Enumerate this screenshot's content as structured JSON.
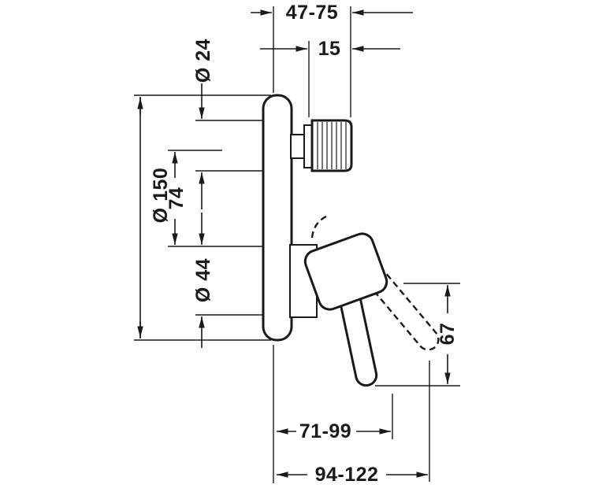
{
  "drawing": {
    "type": "technical-dimension-drawing",
    "subject": "concealed single-lever bath mixer, side view",
    "colors": {
      "line": "#1a1a1a",
      "background": "#ffffff"
    },
    "dimensions": {
      "top_outer": "47-75",
      "top_inner": "15",
      "knob_diameter": "Ø 24",
      "plate_diameter": "Ø 150",
      "axis_distance": "74",
      "sleeve_diameter": "Ø 44",
      "lever_length": "67",
      "bottom_inner": "71-99",
      "bottom_outer": "94-122"
    }
  }
}
